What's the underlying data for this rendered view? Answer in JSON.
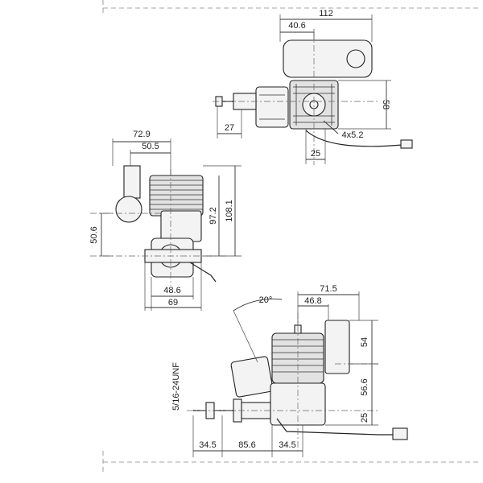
{
  "dimensions": {
    "top": {
      "overall_length": "112",
      "tank_offset": "40.6",
      "head_height": "58",
      "prop_offset": "27",
      "mount_holes": "4x5.2",
      "mount_spacing": "25"
    },
    "front": {
      "carb_offset": "72.9",
      "carb_offset_inner": "50.5",
      "cyl_height": "97.2",
      "total_height": "108.1",
      "crank_height": "50.6",
      "mount_inner": "48.6",
      "mount_outer": "69"
    },
    "side": {
      "angle": "20°",
      "muffler_offset": "71.5",
      "muffler_inner": "46.8",
      "muffler_height": "54",
      "crank_to_top": "56.6",
      "crank_to_base": "25",
      "thread": "5/16-24UNF",
      "len_prop": "34.5",
      "len_body": "85.6",
      "len_rear": "34.5"
    }
  },
  "colors": {
    "line": "#222222",
    "fill_light": "#f3f3f3",
    "fill_mid": "#e2e2e2",
    "border_dash": "#888888"
  }
}
